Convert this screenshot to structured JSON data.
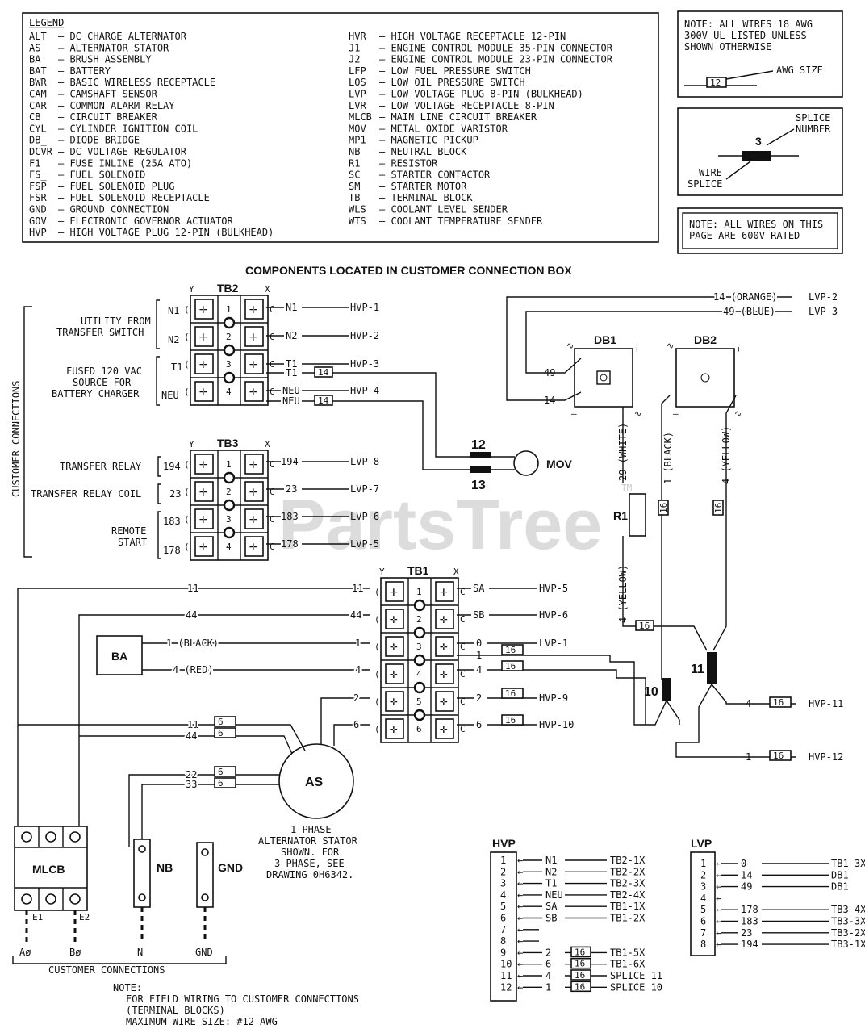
{
  "legend": {
    "title": "LEGEND",
    "left": [
      [
        "ALT",
        "DC CHARGE ALTERNATOR"
      ],
      [
        "AS",
        "ALTERNATOR STATOR"
      ],
      [
        "BA",
        "BRUSH ASSEMBLY"
      ],
      [
        "BAT",
        "BATTERY"
      ],
      [
        "BWR",
        "BASIC WIRELESS RECEPTACLE"
      ],
      [
        "CAM",
        "CAMSHAFT SENSOR"
      ],
      [
        "CAR",
        "COMMON ALARM RELAY"
      ],
      [
        "CB",
        "CIRCUIT BREAKER"
      ],
      [
        "CYL",
        "CYLINDER IGNITION COIL"
      ],
      [
        "DB_",
        "DIODE BRIDGE"
      ],
      [
        "DCVR",
        "DC VOLTAGE REGULATOR"
      ],
      [
        "F1",
        "FUSE INLINE (25A ATO)"
      ],
      [
        "FS_",
        "FUEL SOLENOID"
      ],
      [
        "FSP",
        "FUEL SOLENOID PLUG"
      ],
      [
        "FSR",
        "FUEL SOLENOID RECEPTACLE"
      ],
      [
        "GND",
        "GROUND CONNECTION"
      ],
      [
        "GOV",
        "ELECTRONIC GOVERNOR ACTUATOR"
      ],
      [
        "HVP",
        "HIGH VOLTAGE PLUG 12-PIN (BULKHEAD)"
      ]
    ],
    "right": [
      [
        "HVR",
        "HIGH VOLTAGE RECEPTACLE 12-PIN"
      ],
      [
        "J1",
        "ENGINE CONTROL MODULE 35-PIN CONNECTOR"
      ],
      [
        "J2",
        "ENGINE CONTROL MODULE 23-PIN CONNECTOR"
      ],
      [
        "LFP",
        "LOW FUEL PRESSURE SWITCH"
      ],
      [
        "LOS",
        "LOW OIL PRESSURE SWITCH"
      ],
      [
        "LVP",
        "LOW VOLTAGE PLUG 8-PIN (BULKHEAD)"
      ],
      [
        "LVR",
        "LOW VOLTAGE RECEPTACLE 8-PIN"
      ],
      [
        "MLCB",
        "MAIN LINE CIRCUIT BREAKER"
      ],
      [
        "MOV",
        "METAL OXIDE VARISTOR"
      ],
      [
        "MP1",
        "MAGNETIC PICKUP"
      ],
      [
        "NB",
        "NEUTRAL BLOCK"
      ],
      [
        "R1",
        "RESISTOR"
      ],
      [
        "SC",
        "STARTER CONTACTOR"
      ],
      [
        "SM",
        "STARTER MOTOR"
      ],
      [
        "TB_",
        "TERMINAL BLOCK"
      ],
      [
        "WLS",
        "COOLANT LEVEL SENDER"
      ],
      [
        "WTS",
        "COOLANT TEMPERATURE SENDER"
      ]
    ]
  },
  "note_awg": {
    "lines": [
      "NOTE: ALL WIRES 18 AWG",
      "300V UL LISTED UNLESS",
      "SHOWN OTHERWISE"
    ],
    "gauge": "12",
    "awg_label": "AWG SIZE"
  },
  "note_splice": {
    "number": "3",
    "splice_number": [
      "SPLICE",
      "NUMBER"
    ],
    "wire_splice": [
      "WIRE",
      "SPLICE"
    ]
  },
  "note_600v": {
    "lines": [
      "NOTE: ALL WIRES ON THIS",
      "PAGE ARE 600V RATED"
    ]
  },
  "section_title": "COMPONENTS LOCATED IN CUSTOMER CONNECTION BOX",
  "watermark": "PartsTree",
  "watermark_tm": "TM",
  "customer_connections_side": "CUSTOMER CONNECTIONS",
  "tb2": {
    "name": "TB2",
    "y": "Y",
    "x": "X",
    "groups": [
      {
        "lines": [
          "UTILITY FROM",
          "TRANSFER SWITCH"
        ]
      },
      {
        "lines": [
          "FUSED 120 VAC",
          "SOURCE FOR",
          "BATTERY CHARGER"
        ]
      }
    ],
    "rows": [
      {
        "n": "1",
        "yl": "N1",
        "xl": "N1",
        "dest": "HVP-1",
        "gauge": ""
      },
      {
        "n": "2",
        "yl": "N2",
        "xl": "N2",
        "dest": "HVP-2",
        "gauge": ""
      },
      {
        "n": "3",
        "yl": "T1",
        "xl": "T1",
        "dest": "HVP-3",
        "gauge": "14",
        "xl2": "T1"
      },
      {
        "n": "4",
        "yl": "NEU",
        "xl": "NEU",
        "dest": "HVP-4",
        "gauge": "14",
        "xl2": "NEU"
      }
    ]
  },
  "tb3": {
    "name": "TB3",
    "y": "Y",
    "x": "X",
    "labels": [
      "TRANSFER RELAY",
      "TRANSFER RELAY COIL",
      "REMOTE",
      "START"
    ],
    "rows": [
      {
        "n": "1",
        "yl": "194",
        "xl": "194",
        "dest": "LVP-8"
      },
      {
        "n": "2",
        "yl": "23",
        "xl": "23",
        "dest": "LVP-7"
      },
      {
        "n": "3",
        "yl": "183",
        "xl": "183",
        "dest": "LVP-6"
      },
      {
        "n": "4",
        "yl": "178",
        "xl": "178",
        "dest": "LVP-5"
      }
    ]
  },
  "tb1": {
    "name": "TB1",
    "y": "Y",
    "x": "X",
    "rows": [
      {
        "n": "1",
        "yl": "11",
        "xl": "SA",
        "dest": "HVP-5"
      },
      {
        "n": "2",
        "yl": "44",
        "xl": "SB",
        "dest": "HVP-6"
      },
      {
        "n": "3",
        "yl": "1",
        "xl": "0",
        "dest": "LVP-1"
      },
      {
        "n": "4",
        "yl": "4",
        "xl": "4",
        "dest": ""
      },
      {
        "n": "5",
        "yl": "2",
        "xl": "2",
        "dest": "HVP-9"
      },
      {
        "n": "6",
        "yl": "6",
        "xl": "6",
        "dest": "HVP-10"
      }
    ]
  },
  "mov": {
    "label": "MOV",
    "top": "12",
    "bottom": "13"
  },
  "top_wires": [
    {
      "label": "14 (ORANGE)",
      "dest": "LVP-2"
    },
    {
      "label": "49 (BLUE)",
      "dest": "LVP-3"
    }
  ],
  "db1": {
    "label": "DB1",
    "pin49": "49",
    "pin14": "14"
  },
  "db2": {
    "label": "DB2"
  },
  "vertical_wires": [
    "29 (WHITE)",
    "1 (BLACK)",
    "4 (YELLOW)",
    "4 (YELLOW)"
  ],
  "r1": "R1",
  "splices": {
    "s10": "10",
    "s11": "11"
  },
  "splice_out": [
    {
      "wire": "4",
      "gauge": "16",
      "dest": "HVP-11"
    },
    {
      "wire": "1",
      "gauge": "16",
      "dest": "HVP-12"
    }
  ],
  "ba": {
    "label": "BA",
    "w1": "1 (BLACK)",
    "w4": "4 (RED)"
  },
  "as": {
    "label": "AS",
    "note": [
      "1-PHASE",
      "ALTERNATOR STATOR",
      "SHOWN. FOR",
      "3-PHASE, SEE",
      "DRAWING 0H6342."
    ]
  },
  "wires_misc": {
    "w11": "11",
    "w44": "44",
    "w1": "1",
    "w4": "4",
    "w2": "2",
    "w6": "6",
    "w22": "22",
    "w33": "33",
    "g6": "6",
    "g16": "16"
  },
  "mlcb": {
    "label": "MLCB",
    "e1": "E1",
    "e2": "E2"
  },
  "nb": "NB",
  "gnd": "GND",
  "bottom_terms": [
    "Aø",
    "Bø",
    "N",
    "GND"
  ],
  "customer_connections_bottom": "CUSTOMER CONNECTIONS",
  "note_field": [
    "NOTE:",
    "FOR FIELD WIRING TO CUSTOMER CONNECTIONS",
    "(TERMINAL BLOCKS)",
    "MAXIMUM WIRE SIZE: #12 AWG"
  ],
  "hvp_table": {
    "title": "HVP",
    "rows": [
      {
        "pin": "1",
        "wire": "N1",
        "g": "",
        "to": "TB2-1X"
      },
      {
        "pin": "2",
        "wire": "N2",
        "g": "",
        "to": "TB2-2X"
      },
      {
        "pin": "3",
        "wire": "T1",
        "g": "",
        "to": "TB2-3X"
      },
      {
        "pin": "4",
        "wire": "NEU",
        "g": "",
        "to": "TB2-4X"
      },
      {
        "pin": "5",
        "wire": "SA",
        "g": "",
        "to": "TB1-1X"
      },
      {
        "pin": "6",
        "wire": "SB",
        "g": "",
        "to": "TB1-2X"
      },
      {
        "pin": "7",
        "wire": "",
        "g": "",
        "to": ""
      },
      {
        "pin": "8",
        "wire": "",
        "g": "",
        "to": ""
      },
      {
        "pin": "9",
        "wire": "2",
        "g": "16",
        "to": "TB1-5X"
      },
      {
        "pin": "10",
        "wire": "6",
        "g": "16",
        "to": "TB1-6X"
      },
      {
        "pin": "11",
        "wire": "4",
        "g": "16",
        "to": "SPLICE 11"
      },
      {
        "pin": "12",
        "wire": "1",
        "g": "16",
        "to": "SPLICE 10"
      }
    ]
  },
  "lvp_table": {
    "title": "LVP",
    "rows": [
      {
        "pin": "1",
        "wire": "0",
        "to": "TB1-3X"
      },
      {
        "pin": "2",
        "wire": "14",
        "to": "DB1"
      },
      {
        "pin": "3",
        "wire": "49",
        "to": "DB1"
      },
      {
        "pin": "4",
        "wire": "",
        "to": ""
      },
      {
        "pin": "5",
        "wire": "178",
        "to": "TB3-4X"
      },
      {
        "pin": "6",
        "wire": "183",
        "to": "TB3-3X"
      },
      {
        "pin": "7",
        "wire": "23",
        "to": "TB3-2X"
      },
      {
        "pin": "8",
        "wire": "194",
        "to": "TB3-1X"
      }
    ]
  }
}
